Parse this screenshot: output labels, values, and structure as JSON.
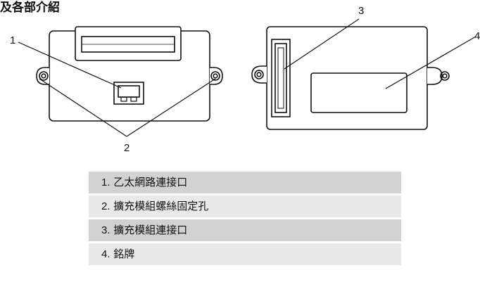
{
  "page": {
    "title": "及各部介紹"
  },
  "callouts": [
    "1",
    "2",
    "3",
    "4"
  ],
  "legend": [
    {
      "number": "1.",
      "label": "乙太網路連接口"
    },
    {
      "number": "2.",
      "label": "擴充模組螺絲固定孔"
    },
    {
      "number": "3.",
      "label": "擴充模組連接口"
    },
    {
      "number": "4.",
      "label": "銘牌"
    }
  ]
}
